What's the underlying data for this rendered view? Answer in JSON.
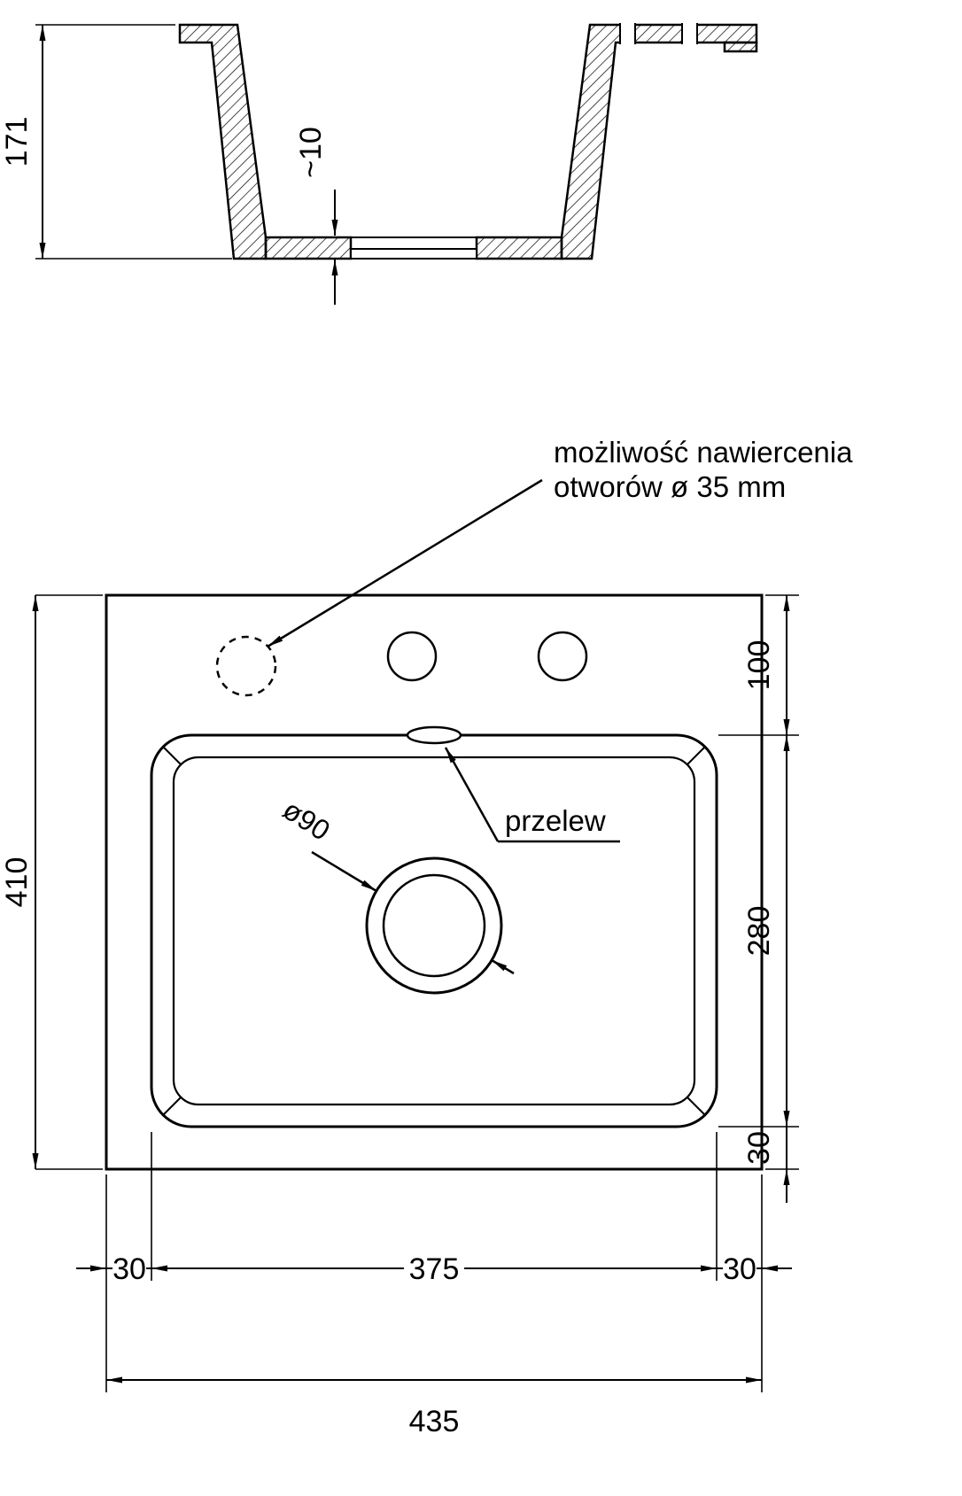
{
  "cross_section": {
    "height": "171",
    "floor_thickness": "~10"
  },
  "plan": {
    "drill_note_line1": "możliwość nawiercenia",
    "drill_note_line2": "otworów ø 35 mm",
    "overflow": "przelew",
    "drain_diameter": "ø90",
    "total_height": "410",
    "deck_offset": "100",
    "bowl_length": "280",
    "bowl_bottom_margin": "30",
    "bowl_left_margin": "30",
    "bowl_width": "375",
    "bowl_right_margin": "30",
    "total_width": "435"
  },
  "colors": {
    "line": "#000000",
    "background": "#ffffff"
  }
}
